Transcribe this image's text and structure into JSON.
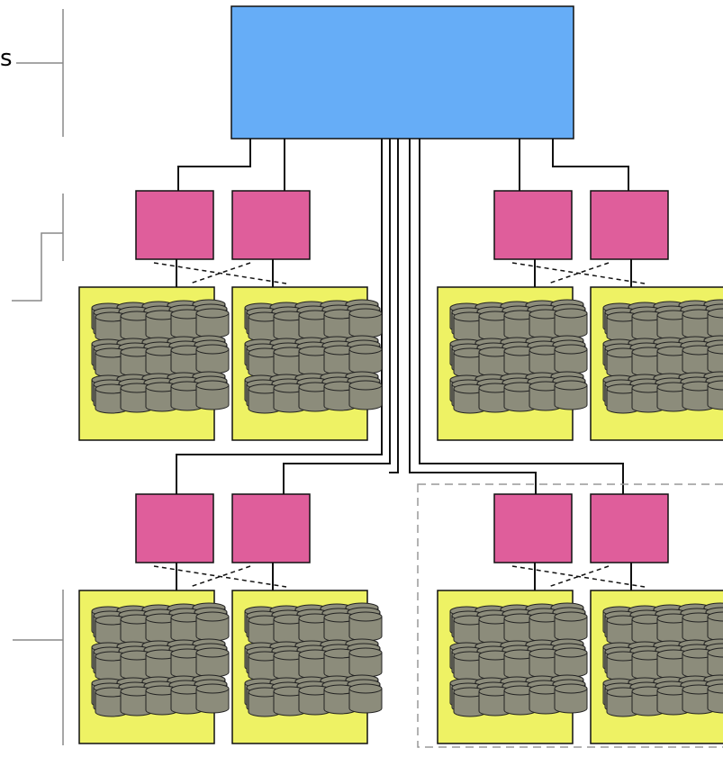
{
  "visible_text": {
    "edge_label": "s"
  },
  "colors": {
    "switch_fill": "#66adf7",
    "controller_fill": "#df5e9b",
    "enclosure_fill": "#eef264",
    "disk_fill": "#8c8c7b",
    "line": "#111111",
    "bracket": "#888888"
  },
  "components": {
    "switch_count": 1,
    "controller_count": 8,
    "enclosure_count": 8,
    "disk_columns": 5,
    "disk_rows": 3,
    "disk_depth": 3
  },
  "icons": [
    "disk-cylinder-icon"
  ]
}
